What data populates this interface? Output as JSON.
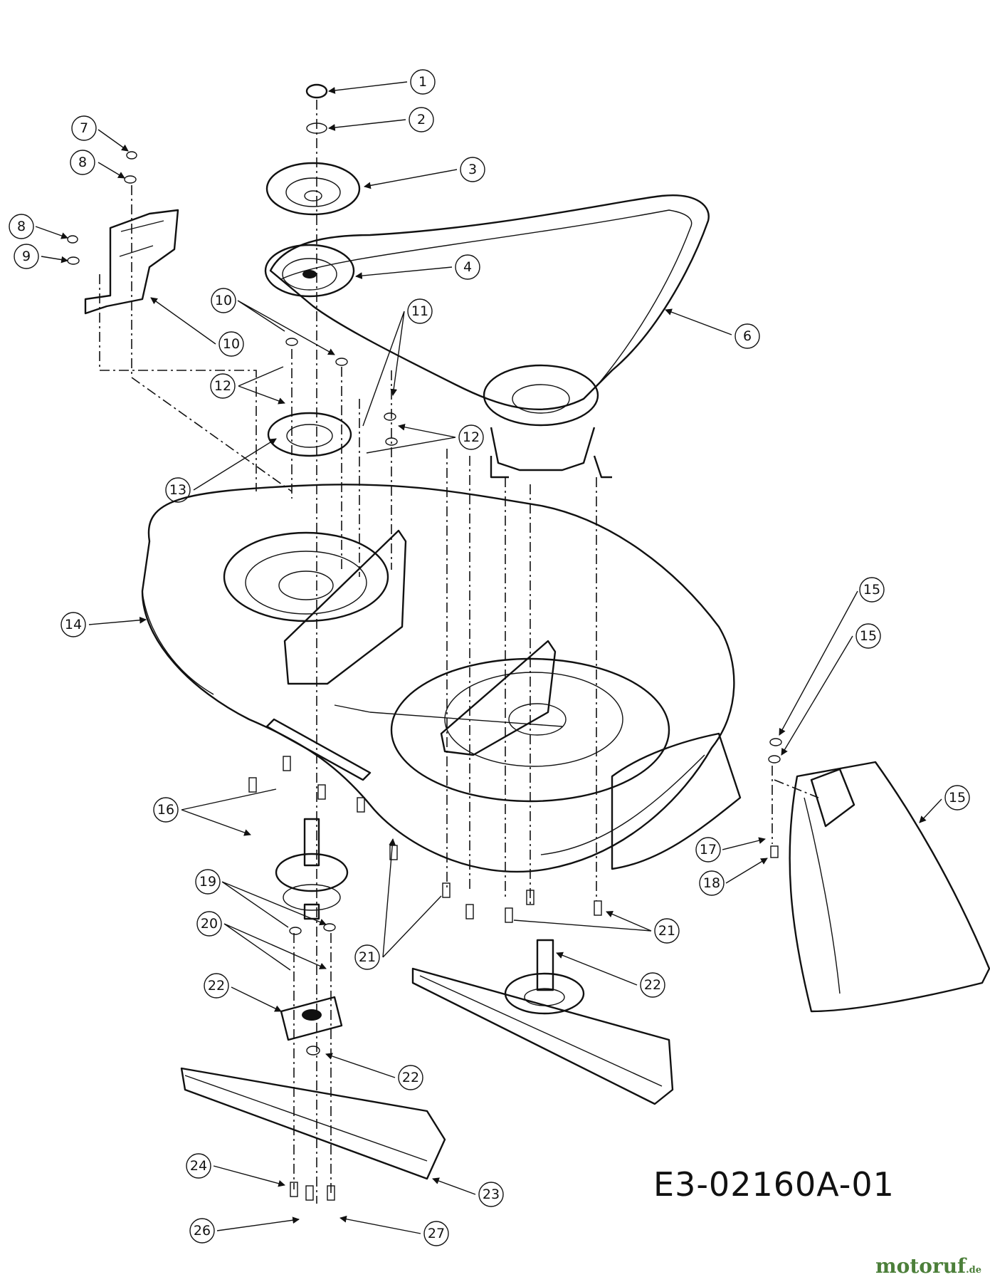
{
  "drawing_code": "E3-02160A-01",
  "watermark": {
    "name": "motoruf",
    "suffix": ".de",
    "color": "#4c7f3a"
  },
  "callouts": [
    "1",
    "2",
    "3",
    "4",
    "6",
    "7",
    "8",
    "8",
    "9",
    "10",
    "10",
    "11",
    "12",
    "12",
    "13",
    "14",
    "15",
    "15",
    "15",
    "16",
    "17",
    "18",
    "19",
    "20",
    "21",
    "21",
    "22",
    "22",
    "22",
    "23",
    "24",
    "26",
    "27"
  ]
}
